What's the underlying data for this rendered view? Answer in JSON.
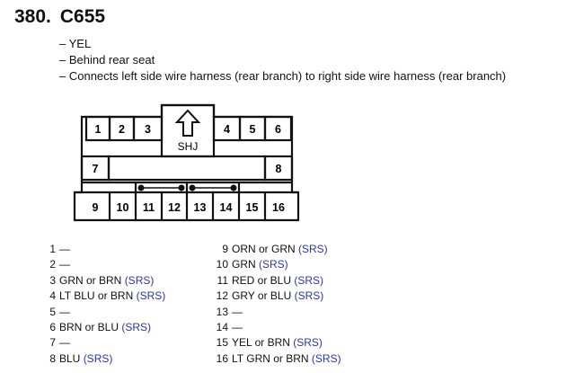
{
  "connector": {
    "number": "380.",
    "code": "C655",
    "notes": [
      "YEL",
      "Behind rear seat",
      "Connects left side wire harness (rear branch) to right side wire harness (rear branch)"
    ],
    "housing_label": "SHJ",
    "top_row": [
      "1",
      "2",
      "3",
      "4",
      "5",
      "6"
    ],
    "middle_row": [
      "7",
      "8"
    ],
    "bottom_row": [
      "9",
      "10",
      "11",
      "12",
      "13",
      "14",
      "15",
      "16"
    ]
  },
  "pins_left": [
    {
      "pin": "1",
      "desc": "—",
      "srs": ""
    },
    {
      "pin": "2",
      "desc": "—",
      "srs": ""
    },
    {
      "pin": "3",
      "desc": "GRN or BRN",
      "srs": "(SRS)"
    },
    {
      "pin": "4",
      "desc": "LT BLU or BRN",
      "srs": "(SRS)"
    },
    {
      "pin": "5",
      "desc": "—",
      "srs": ""
    },
    {
      "pin": "6",
      "desc": "BRN or BLU",
      "srs": "(SRS)"
    },
    {
      "pin": "7",
      "desc": "—",
      "srs": ""
    },
    {
      "pin": "8",
      "desc": "BLU",
      "srs": "(SRS)"
    }
  ],
  "pins_right": [
    {
      "pin": "9",
      "desc": "ORN or GRN",
      "srs": "(SRS)"
    },
    {
      "pin": "10",
      "desc": "GRN",
      "srs": "(SRS)"
    },
    {
      "pin": "11",
      "desc": "RED or BLU",
      "srs": "(SRS)"
    },
    {
      "pin": "12",
      "desc": "GRY or BLU",
      "srs": "(SRS)"
    },
    {
      "pin": "13",
      "desc": "—",
      "srs": ""
    },
    {
      "pin": "14",
      "desc": "—",
      "srs": ""
    },
    {
      "pin": "15",
      "desc": "YEL or BRN",
      "srs": "(SRS)"
    },
    {
      "pin": "16",
      "desc": "LT GRN or BRN",
      "srs": "(SRS)"
    }
  ],
  "colors": {
    "srs_text": "#2c35a8",
    "line": "#111111"
  }
}
